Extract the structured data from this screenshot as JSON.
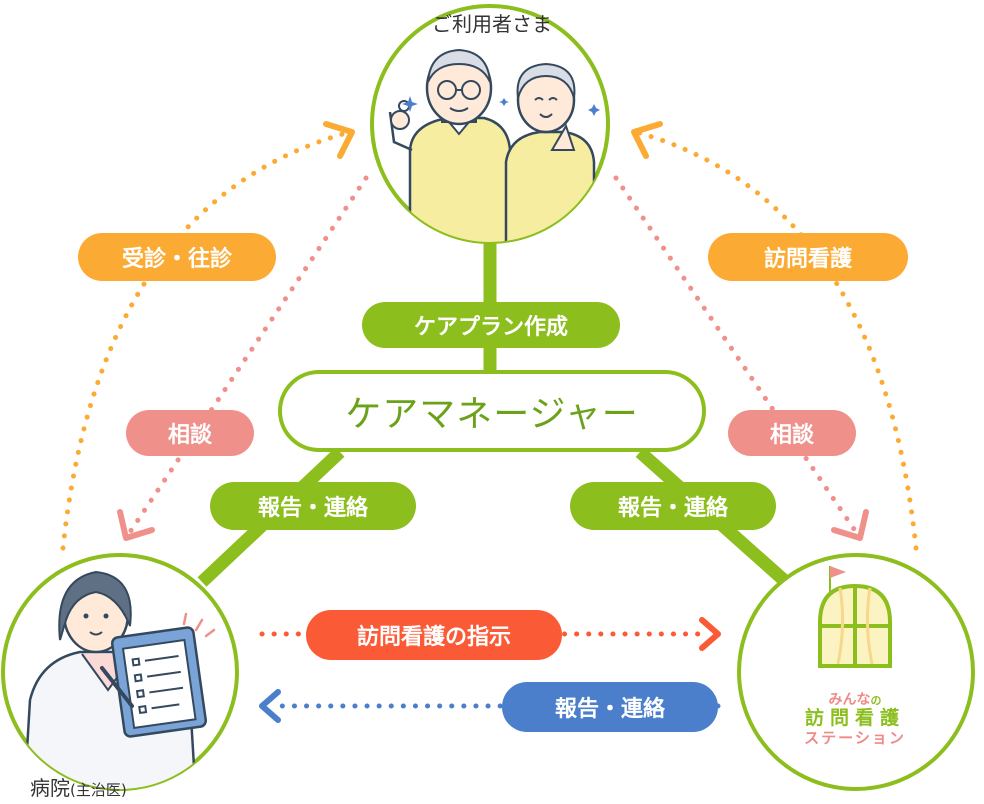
{
  "nodes": {
    "user": {
      "label": "ご利用者さま"
    },
    "hospital": {
      "label": "病院",
      "sublabel": "(主治医)"
    },
    "station": {
      "logo_line1": "みんな",
      "logo_no": "の",
      "logo_line2": "訪問看護",
      "logo_line3": "ステーション"
    },
    "care_manager": {
      "label": "ケアマネージャー"
    }
  },
  "labels": {
    "consult_visit": "受診・往診",
    "visit_nursing": "訪問看護",
    "consult_left": "相談",
    "consult_right": "相談",
    "care_plan": "ケアプラン作成",
    "report_left": "報告・連絡",
    "report_right": "報告・連絡",
    "instruction": "訪問看護の指示",
    "report_bottom": "報告・連絡"
  },
  "colors": {
    "green": "#8cbe1e",
    "orange": "#fbab34",
    "pink": "#f0908b",
    "red": "#fb5a36",
    "blue": "#4b7fcc"
  }
}
